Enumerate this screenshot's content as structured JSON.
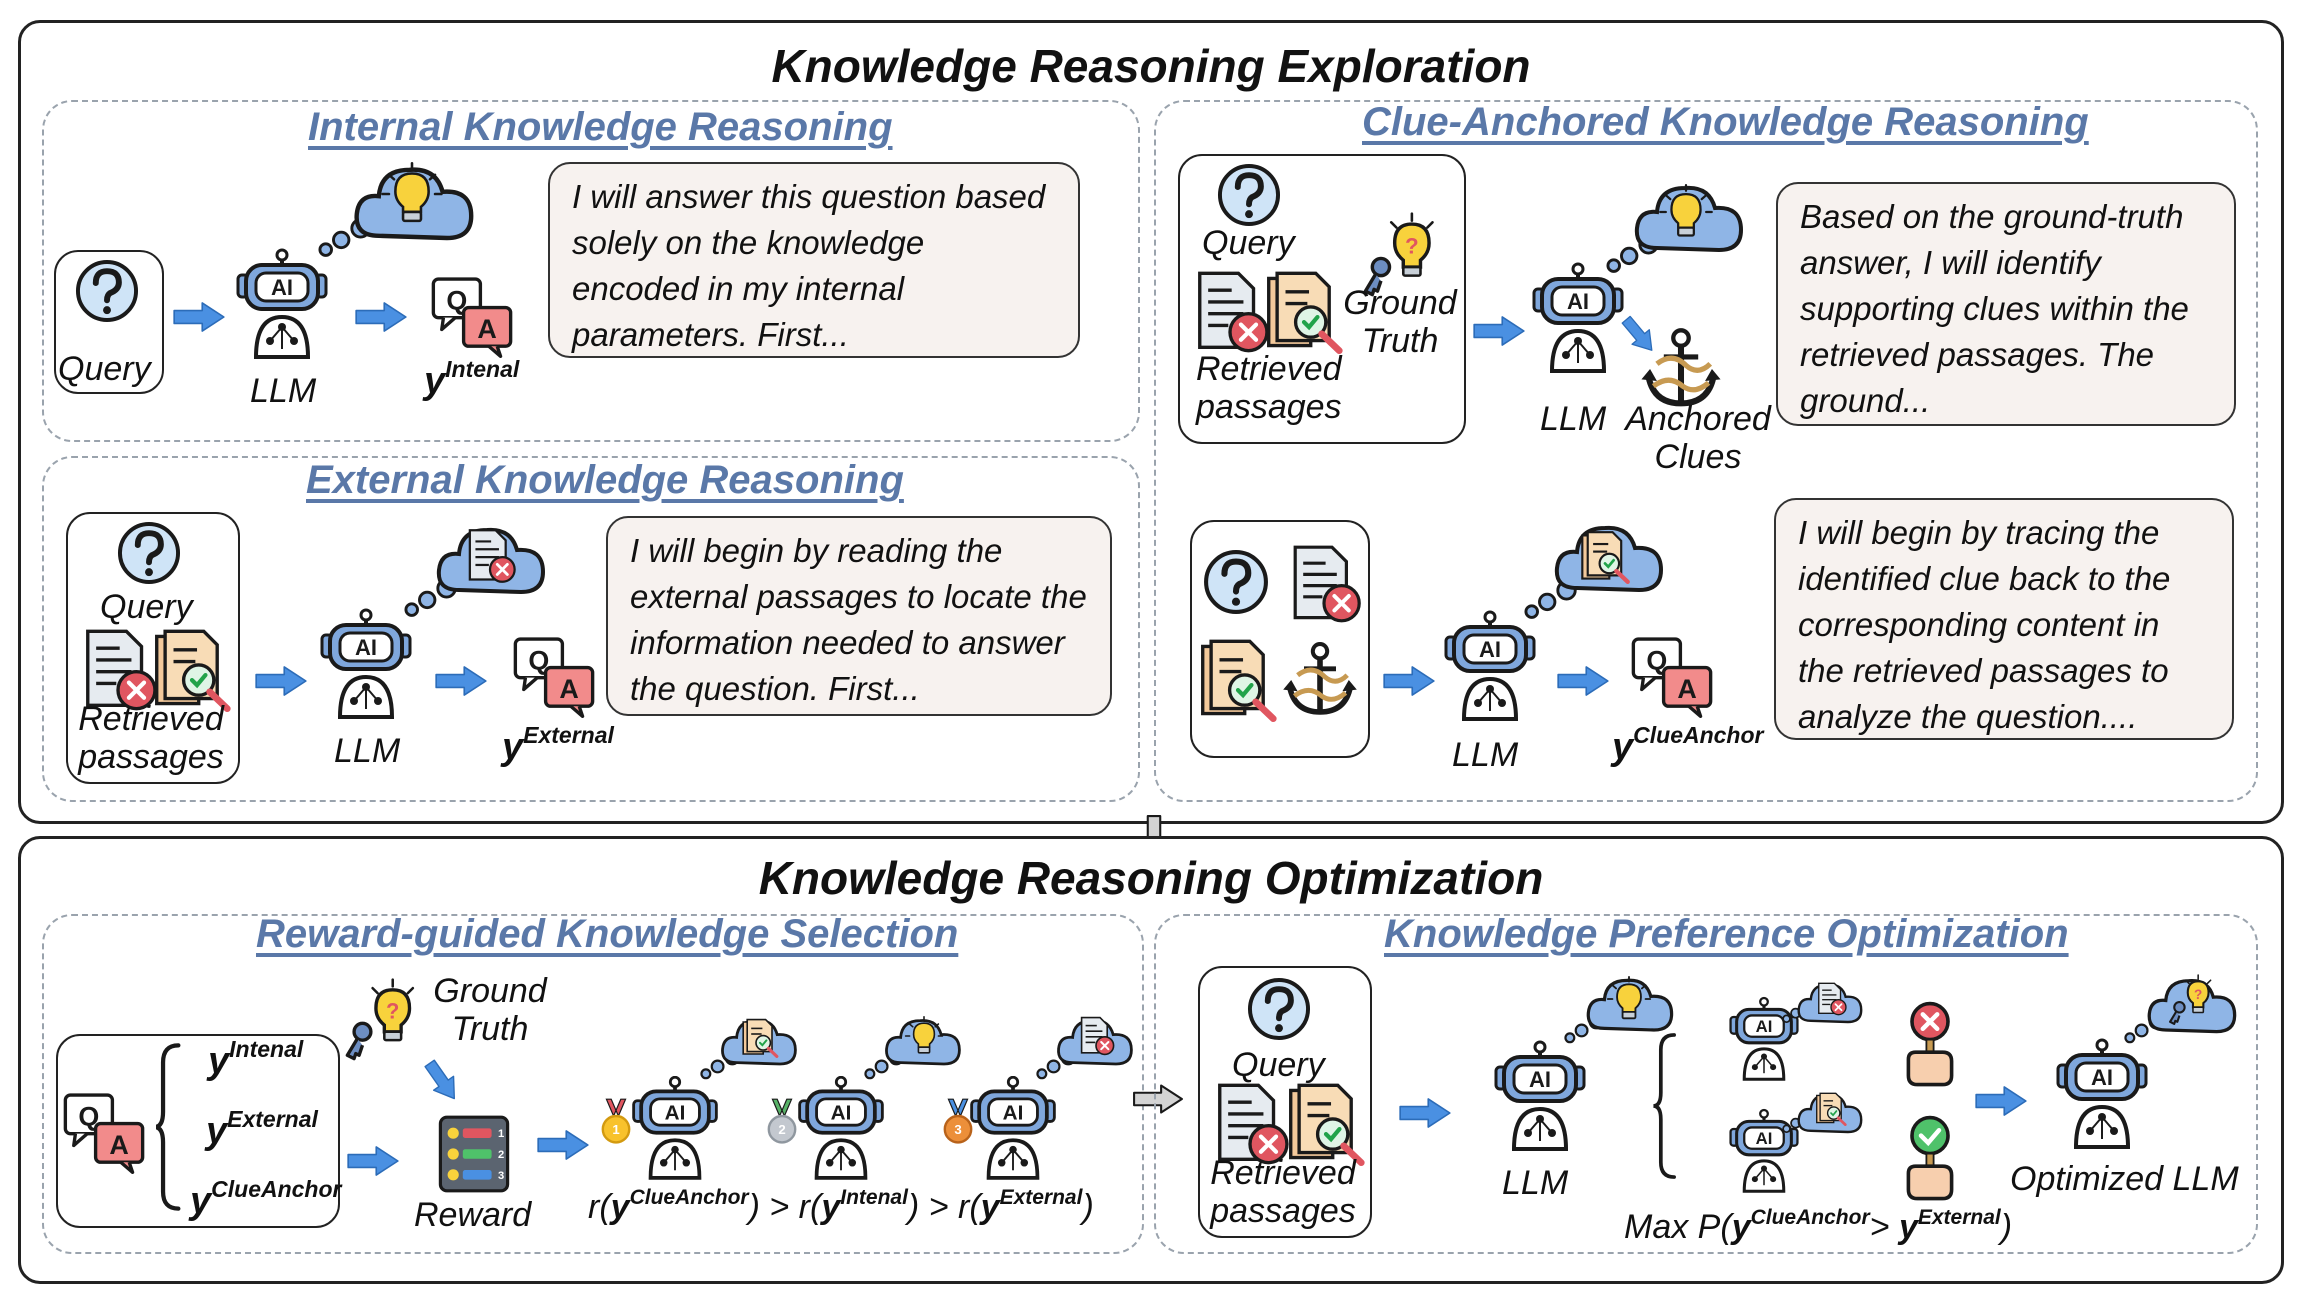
{
  "exploration": {
    "title": "Knowledge Reasoning Exploration",
    "internal": {
      "title": "Internal Knowledge Reasoning",
      "query": "Query",
      "llm": "LLM",
      "y_base": "y",
      "y_sup": "Intenal",
      "thought": "I will answer this question based solely on the knowledge encoded in my internal parameters. First..."
    },
    "external": {
      "title": "External Knowledge Reasoning",
      "query": "Query",
      "passages": "Retrieved passages",
      "llm": "LLM",
      "y_base": "y",
      "y_sup": "External",
      "thought": "I will begin by reading the external passages to locate the information needed to answer the question. First..."
    },
    "clue": {
      "title": "Clue-Anchored Knowledge Reasoning",
      "query": "Query",
      "ground_truth": "Ground Truth",
      "passages": "Retrieved passages",
      "llm": "LLM",
      "anchored_clues": "Anchored Clues",
      "thought1": "Based on the ground-truth answer, I will identify supporting clues within the retrieved passages. The ground...",
      "llm2": "LLM",
      "y_base": "y",
      "y_sup": "ClueAnchor",
      "thought2": "I will begin by tracing the identified clue back to the corresponding content in the retrieved passages to analyze the question...."
    }
  },
  "optimization": {
    "title": "Knowledge Reasoning Optimization",
    "reward_sel": {
      "title": "Reward-guided Knowledge Selection",
      "ground_truth": "Ground Truth",
      "y_base": "y",
      "y1_sup": "Intenal",
      "y2_sup": "External",
      "y3_sup": "ClueAnchor",
      "reward": "Reward",
      "reward_items": [
        "1",
        "2",
        "3"
      ],
      "formula": {
        "r": "r(",
        "close_gt": ") > r(",
        "close": ")",
        "s1": "ClueAnchor",
        "s2": "Intenal",
        "s3": "External"
      }
    },
    "pref_opt": {
      "title": "Knowledge Preference Optimization",
      "query": "Query",
      "passages": "Retrieved passages",
      "llm": "LLM",
      "optimized": "Optimized LLM",
      "formula_prefix": "Max P(",
      "formula_gt": "> ",
      "formula_close": ")",
      "s1": "ClueAnchor",
      "s2": "External"
    }
  },
  "icon_text": {
    "ai": "AI",
    "q": "Q",
    "a": "A"
  },
  "colors": {
    "title_blue": "#5a78a8",
    "arrow_blue": "#4a90e2",
    "robot_blue": "#7fa7dc",
    "cloud_blue": "#8fb5e6",
    "bubble_bg": "#f7f2ef",
    "dashed": "#9aa3ad"
  }
}
